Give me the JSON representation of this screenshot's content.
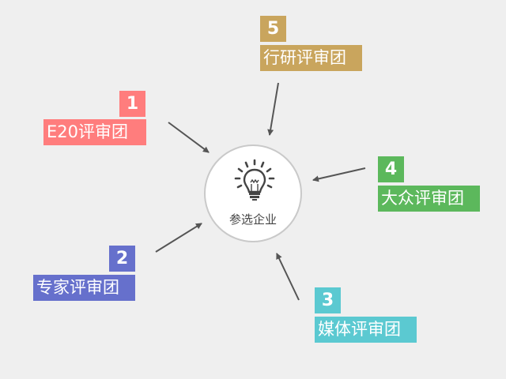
{
  "diagram": {
    "background": "#efefef",
    "center": {
      "label": "参选企业",
      "icon": "lightbulb-icon"
    },
    "nodes": [
      {
        "number": "1",
        "label": "E20评审团",
        "color": "#ff7d7d"
      },
      {
        "number": "2",
        "label": "专家评审团",
        "color": "#6670cc"
      },
      {
        "number": "3",
        "label": "媒体评审团",
        "color": "#5bc9d1"
      },
      {
        "number": "4",
        "label": "大众评审团",
        "color": "#5cb85c"
      },
      {
        "number": "5",
        "label": "行研评审团",
        "color": "#c9a55d"
      }
    ],
    "edges": [
      {
        "from": "1",
        "to": "center"
      },
      {
        "from": "2",
        "to": "center"
      },
      {
        "from": "3",
        "to": "center"
      },
      {
        "from": "4",
        "to": "center"
      },
      {
        "from": "5",
        "to": "center"
      }
    ]
  }
}
